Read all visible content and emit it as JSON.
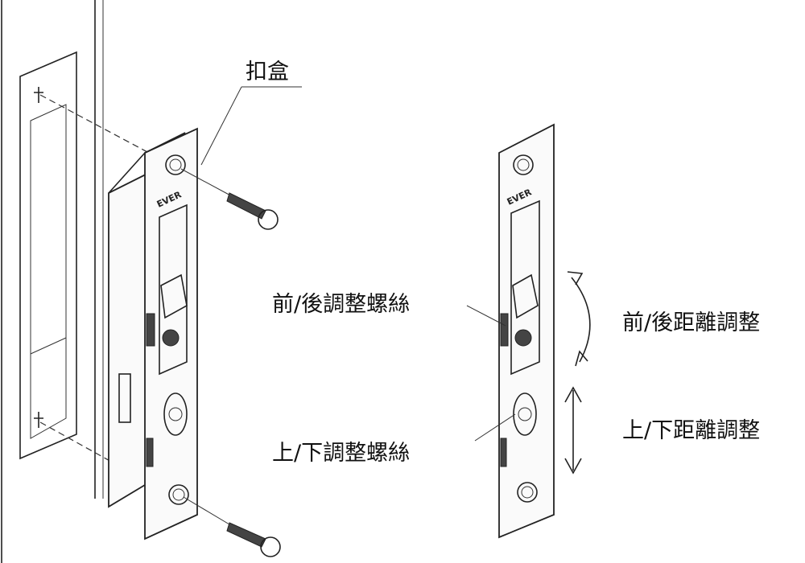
{
  "labels": {
    "strike_box": "扣盒",
    "front_back_screw": "前/後調整螺絲",
    "up_down_screw": "上/下調整螺絲",
    "front_back_adjust": "前/後距離調整",
    "up_down_adjust": "上/下距離調整"
  },
  "logo": "EVER"
}
